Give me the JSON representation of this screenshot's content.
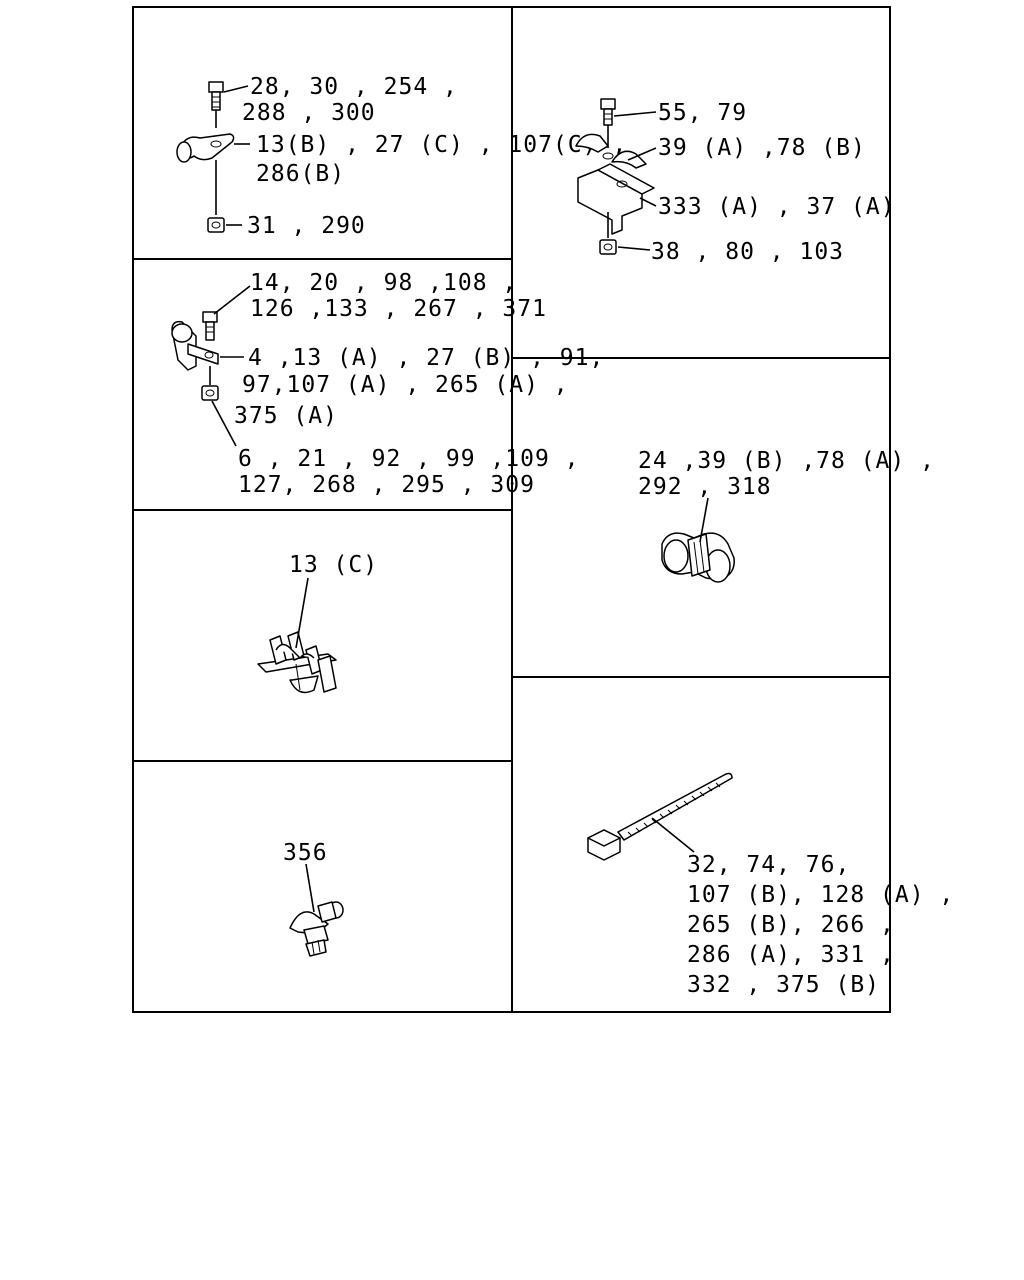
{
  "panels": {
    "p1": {
      "lines": [
        "28, 30 , 254 ,",
        "288 , 300",
        "13(B) , 27 (C) , 107(C) ,",
        "286(B)",
        "31  , 290"
      ]
    },
    "p2": {
      "lines": [
        "14, 20 ,  98 ,108 ,",
        "126 ,133 , 267 , 371",
        "4 ,13 (A) , 27 (B) , 91,",
        "97,107 (A) , 265 (A) ,",
        "375 (A)",
        "6 , 21 ,  92  , 99 ,109 ,",
        "127, 268 , 295 , 309"
      ]
    },
    "p3": {
      "lines": [
        "13 (C)"
      ]
    },
    "p4": {
      "lines": [
        "356"
      ]
    },
    "p5": {
      "lines": [
        "55, 79",
        "39 (A) ,78 (B)",
        "333 (A) , 37 (A)",
        "38 ,  80  , 103"
      ]
    },
    "p6": {
      "lines": [
        "24 ,39 (B) ,78 (A) ,",
        "292 , 318"
      ]
    },
    "p7": {
      "lines": [
        "32, 74, 76,",
        "107 (B), 128 (A) ,",
        "265 (B), 266 ,",
        "286 (A), 331 ,",
        "332 , 375 (B)"
      ]
    }
  },
  "icons": [
    "bolt-icon",
    "nut-icon",
    "pipe-clip-icon",
    "bracket-clip-icon",
    "harness-clip-icon",
    "push-clip-icon",
    "split-clamp-icon",
    "double-clamp-icon",
    "cable-tie-icon"
  ]
}
